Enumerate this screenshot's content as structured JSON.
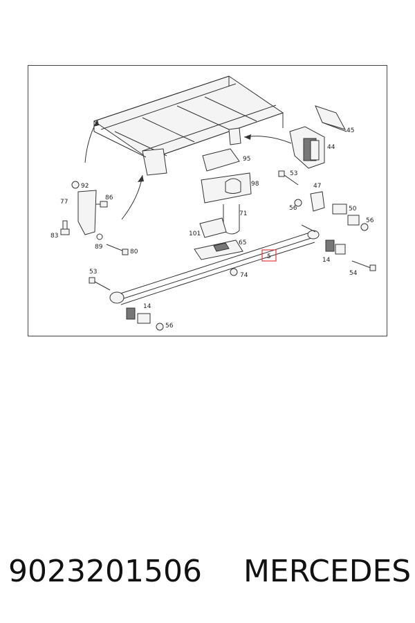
{
  "callouts": [
    "45",
    "44",
    "95",
    "98",
    "53",
    "47",
    "92",
    "86",
    "77",
    "56",
    "50",
    "71",
    "101",
    "83",
    "89",
    "80",
    "65",
    "56",
    "14",
    "5",
    "54",
    "53",
    "74",
    "14",
    "56"
  ],
  "highlight_color": "#e0393e",
  "caption": {
    "part_number": "9023201506",
    "brand": "MERCEDES"
  }
}
